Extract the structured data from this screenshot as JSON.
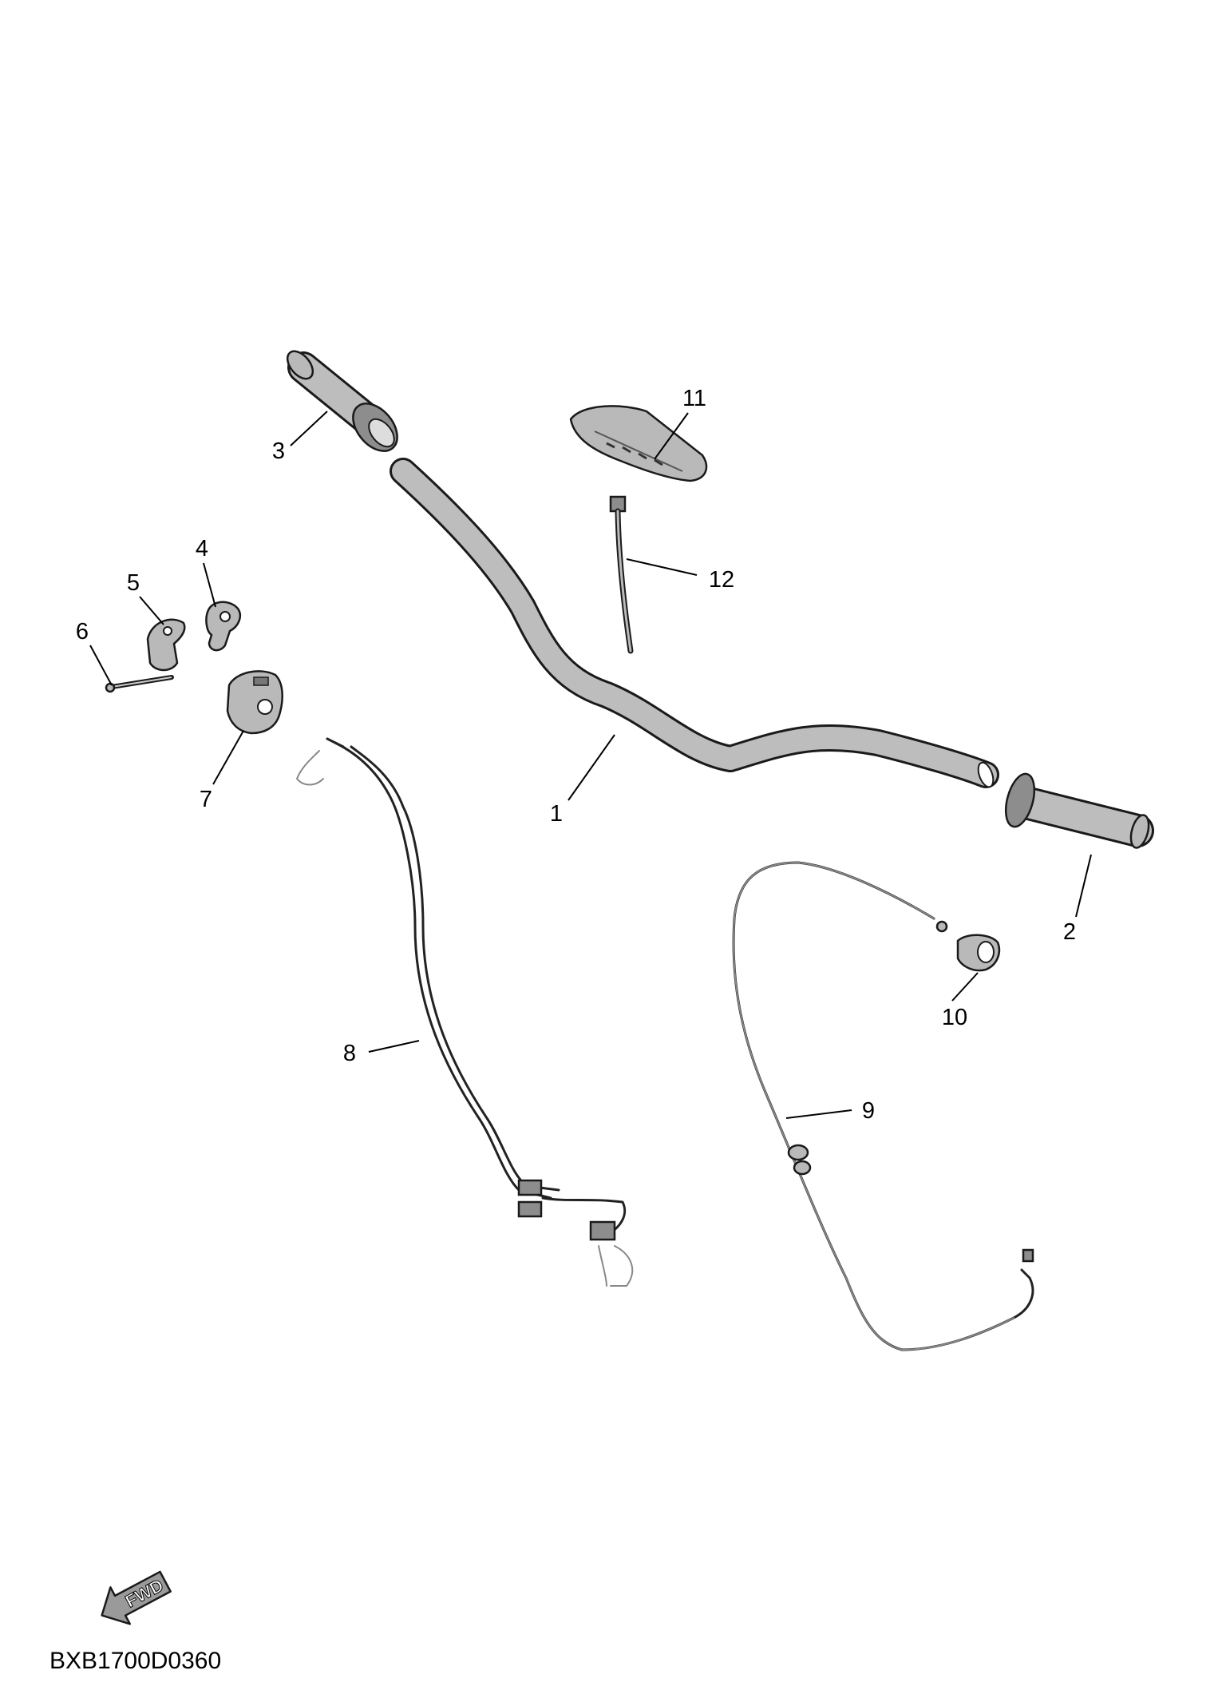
{
  "callouts": [
    "1",
    "2",
    "3",
    "4",
    "5",
    "6",
    "7",
    "8",
    "9",
    "10",
    "11",
    "12"
  ],
  "fwd_label": "FWD",
  "diagram_code": "BXB1700D0360"
}
